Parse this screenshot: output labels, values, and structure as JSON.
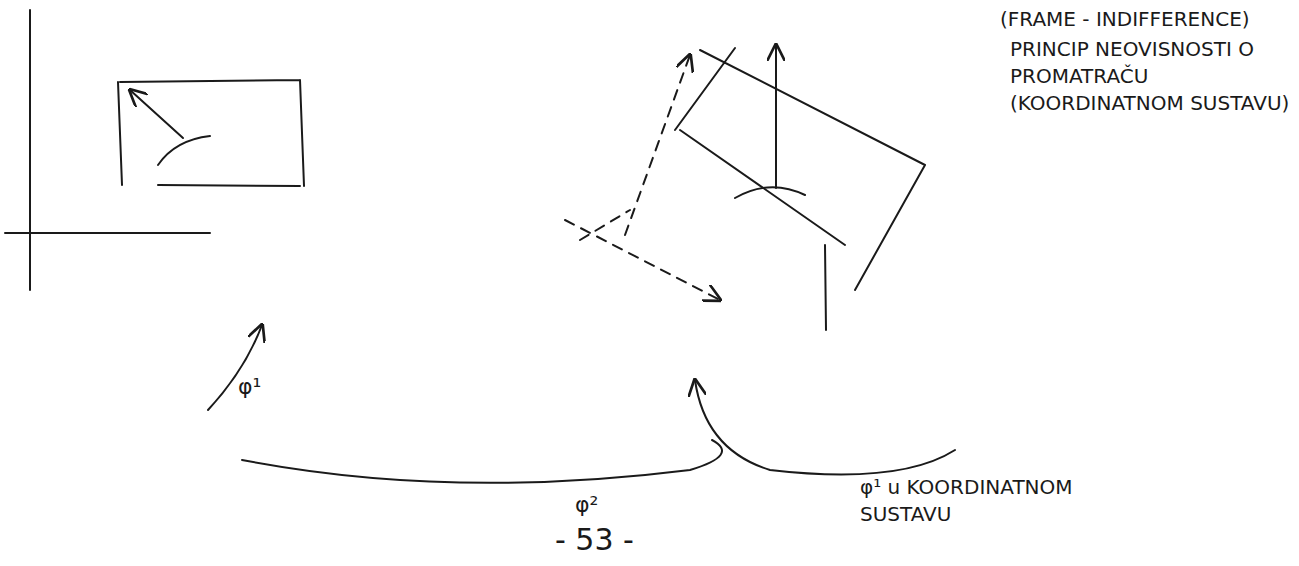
{
  "diagram": {
    "labels": [
      "(FRAME - INDIFFERENCE)",
      "PRINCIP NEOVISNOSTI O PROMATRAČU (KOORDINATNOM SUSTAVU)",
      "φ¹",
      "φ²",
      "φ¹ u KOORDINATNOM SUSTAVU",
      "- 53 -"
    ]
  }
}
